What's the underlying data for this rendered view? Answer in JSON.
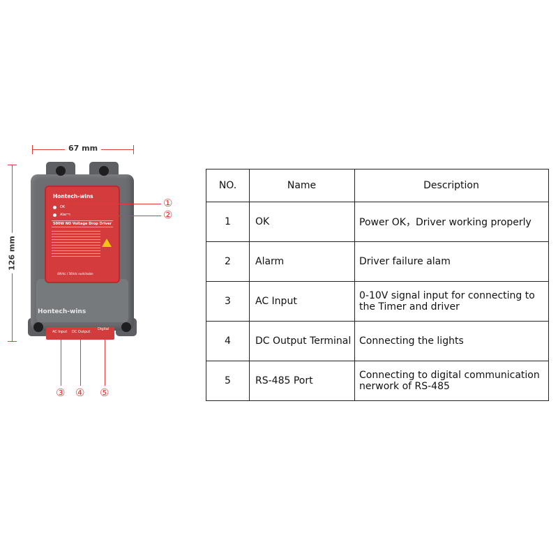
{
  "dimensions": {
    "width": "67 mm",
    "height": "126 mm"
  },
  "device": {
    "brand": "Hontech-wins",
    "name": "Hontech-wins",
    "led_ok_label": "OK",
    "led_alarm_label": "Alarm",
    "model_title": "500W NO Voltage Drop Driver",
    "footer": "48Vdc / 56Vdc switchable",
    "port_labels": [
      "AC Input",
      "DC Output",
      "Digital"
    ]
  },
  "callouts": [
    "①",
    "②",
    "③",
    "④",
    "⑤"
  ],
  "colors": {
    "accent": "#e03a3a",
    "panel": "#d33b3d",
    "housing": "#6c6d70"
  },
  "table": {
    "headers": [
      "NO.",
      "Name",
      "Description"
    ],
    "rows": [
      {
        "no": "1",
        "name": "OK",
        "desc": "Power OK，Driver working properly"
      },
      {
        "no": "2",
        "name": "Alarm",
        "desc": "Driver failure alam"
      },
      {
        "no": "3",
        "name": "AC Input",
        "desc": "0-10V signal input for connecting to the Timer and driver"
      },
      {
        "no": "4",
        "name": "DC Output Terminal",
        "desc": "Connecting the lights"
      },
      {
        "no": "5",
        "name": "RS-485 Port",
        "desc": "Connecting to digital communication nerwork of RS-485"
      }
    ]
  }
}
